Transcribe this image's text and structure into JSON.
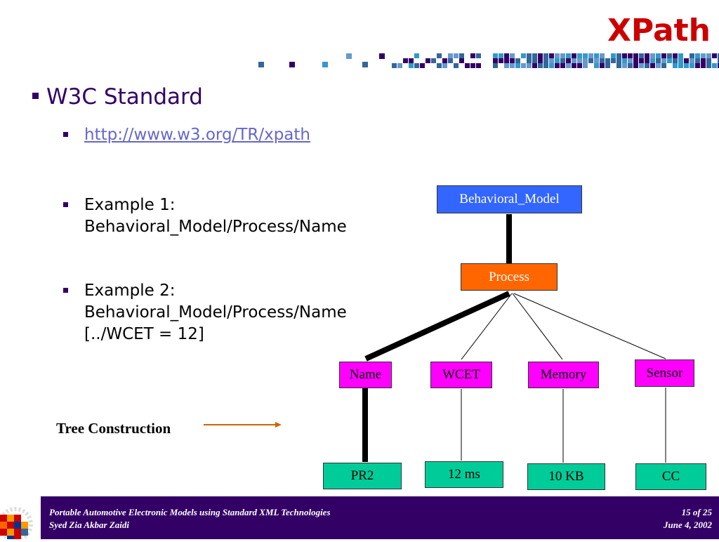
{
  "title": "XPath",
  "bullets": {
    "main": "W3C Standard",
    "url": "http://www.w3.org/TR/xpath",
    "ex1_line1": "Example 1:",
    "ex1_line2": "Behavioral_Model/Process/Name",
    "ex2_line1": "Example 2:",
    "ex2_line2": "Behavioral_Model/Process/Name",
    "ex2_line3": "[../WCET = 12]"
  },
  "tree": {
    "root": "Behavioral_Model",
    "process": "Process",
    "name": "Name",
    "wcet": "WCET",
    "memory": "Memory",
    "sensor": "Sensor",
    "pr2": "PR2",
    "ms": "12 ms",
    "kb": "10 KB",
    "cc": "CC"
  },
  "tree_label": "Tree Construction",
  "footer": {
    "title": "Portable Automotive Electronic Models using Standard XML Technologies",
    "author": "Syed Zia Akbar Zaidi",
    "page_current": "15",
    "page_of": "of",
    "page_total": "25",
    "date": "June 4, 2002"
  },
  "colors": {
    "title": "#cc0000",
    "footer_bg": "#330066",
    "root_node": "#3366ff",
    "process_node": "#ff6600",
    "child_node": "#ff00ff",
    "leaf_node": "#00cc99"
  }
}
